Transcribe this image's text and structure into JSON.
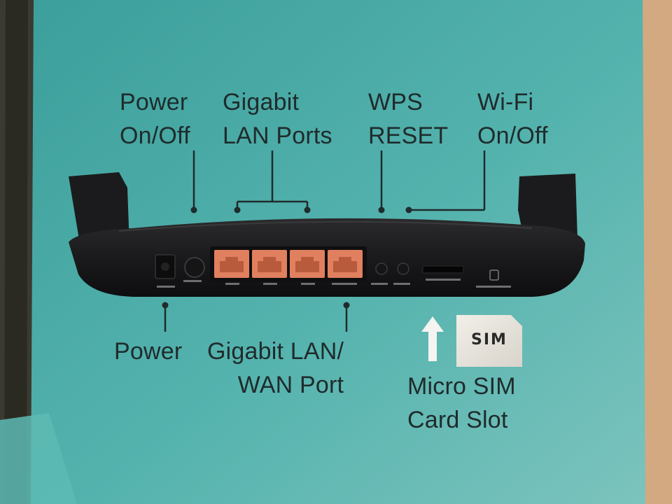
{
  "labels": {
    "power_onoff": [
      "Power",
      "On/Off"
    ],
    "gigabit_lan_ports": [
      "Gigabit",
      "LAN Ports"
    ],
    "wps_reset": [
      "WPS",
      "RESET"
    ],
    "wifi_onoff": [
      "Wi-Fi",
      "On/Off"
    ],
    "power": "Power",
    "gigabit_lan_wan_port": [
      "Gigabit LAN/",
      "WAN Port"
    ],
    "micro_sim_card_slot": [
      "Micro SIM",
      "Card Slot"
    ]
  },
  "sim_card": {
    "text": "SIM"
  },
  "colors": {
    "box_teal": "#4aa9a5",
    "router_body": "#1d1d1f",
    "ethernet_port": "#e0805f",
    "label_text": "#1f2b2c",
    "box_edge": "#2a2a22"
  },
  "router": {
    "lan_port_count": 4
  }
}
